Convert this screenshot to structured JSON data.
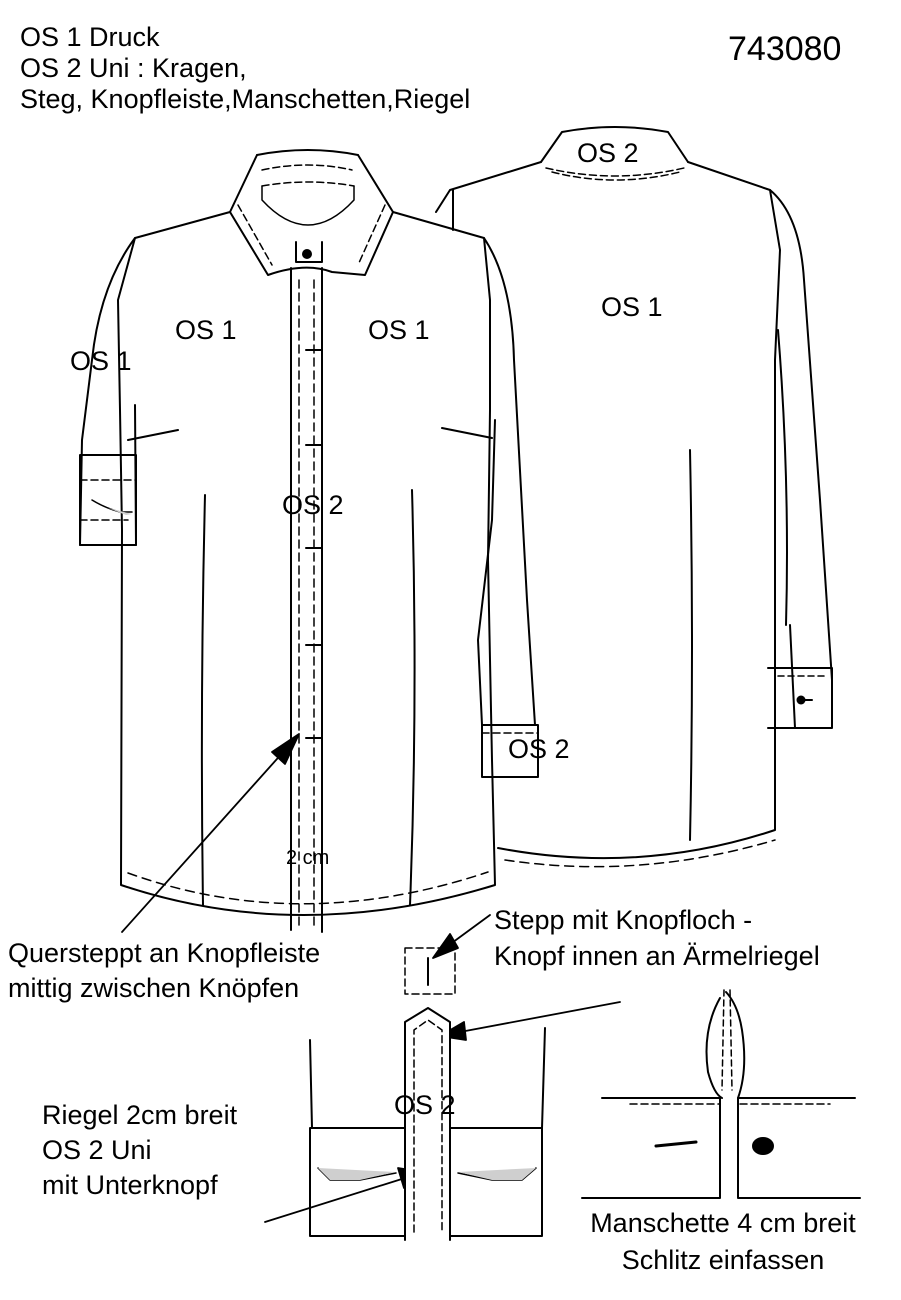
{
  "header": {
    "lines": [
      "OS 1 Druck",
      "OS 2 Uni : Kragen,",
      "Steg, Knopfleiste,Manschetten,Riegel"
    ],
    "article_number": "743080"
  },
  "front_view": {
    "sleeve_label": "OS 1",
    "left_panel_label": "OS 1",
    "right_panel_label": "OS 1",
    "placket_label": "OS 2",
    "placket_width_label": "2 cm"
  },
  "back_view": {
    "yoke_label": "OS 2",
    "body_label": "OS 1",
    "cuff_label": "OS 2"
  },
  "notes": {
    "placket_stitch": [
      "Quersteppt an Knopfleiste",
      "mittig zwischen Knöpfen"
    ],
    "tab_buttonhole": [
      "Stepp mit Knopfloch -",
      "Knopf innen an Ärmelriegel"
    ],
    "tab_spec": [
      "Riegel 2cm breit",
      "OS 2 Uni",
      "mit Unterknopf"
    ],
    "tab_label": "OS 2",
    "cuff_spec": [
      "Manschette 4 cm breit",
      "Schlitz einfassen"
    ]
  }
}
